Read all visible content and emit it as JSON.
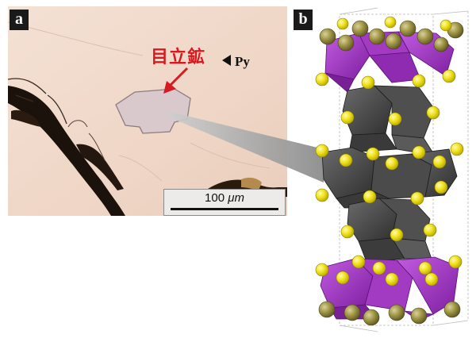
{
  "panels": {
    "a": {
      "label": "a"
    },
    "b": {
      "label": "b"
    }
  },
  "micrograph": {
    "mineral_name": "目立鉱",
    "py_label": "Py",
    "scalebar": {
      "value": "100",
      "unit": "μm"
    }
  },
  "colors": {
    "background": "#ffffff",
    "micrograph_matrix": "#f2dccf",
    "annotation_red": "#d71920",
    "dark_polyhedra": "#4a4a4a",
    "magenta_polyhedra": "#a33bc2",
    "sulfur_atoms": "#f0e11a",
    "metal_atoms": "#9e9444"
  },
  "icons": [
    "left-triangle-marker-icon",
    "red-arrow-icon"
  ]
}
